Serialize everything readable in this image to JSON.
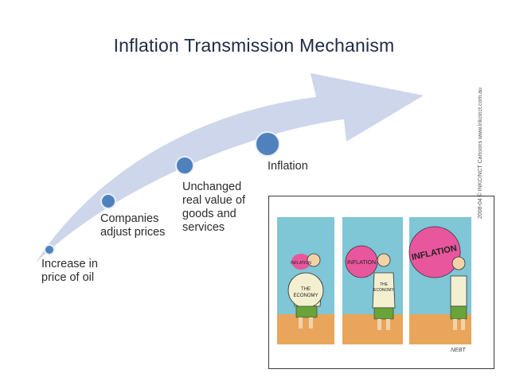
{
  "title": "Inflation Transmission Mechanism",
  "colors": {
    "arrow_fill": "#cdd6ea",
    "dot_fill": "#4f81bd",
    "dot_stroke": "#e8eef8",
    "title_color": "#1f2a44"
  },
  "steps": [
    {
      "label_lines": [
        "Increase in",
        "price of oil"
      ]
    },
    {
      "label_lines": [
        "Companies",
        "adjust prices"
      ]
    },
    {
      "label_lines": [
        "Unchanged",
        "real value of",
        "goods and",
        "services"
      ]
    },
    {
      "label_lines": [
        "Inflation"
      ]
    }
  ],
  "cartoon": {
    "panels": [
      {
        "balloon_text": "INFLATION",
        "shirt_text": "THE ECONOMY",
        "balloon_color": "#e8579d"
      },
      {
        "balloon_text": "INFLATION",
        "shirt_text": "THE ECONOMY",
        "balloon_color": "#e8579d"
      },
      {
        "balloon_text": "INFLATION",
        "shirt_text": "",
        "balloon_color": "#e8579d"
      }
    ],
    "side_credit": "2008-04 © INKCINCT Cartoons www.inkcinct.com.au",
    "artist": "NEBT"
  }
}
